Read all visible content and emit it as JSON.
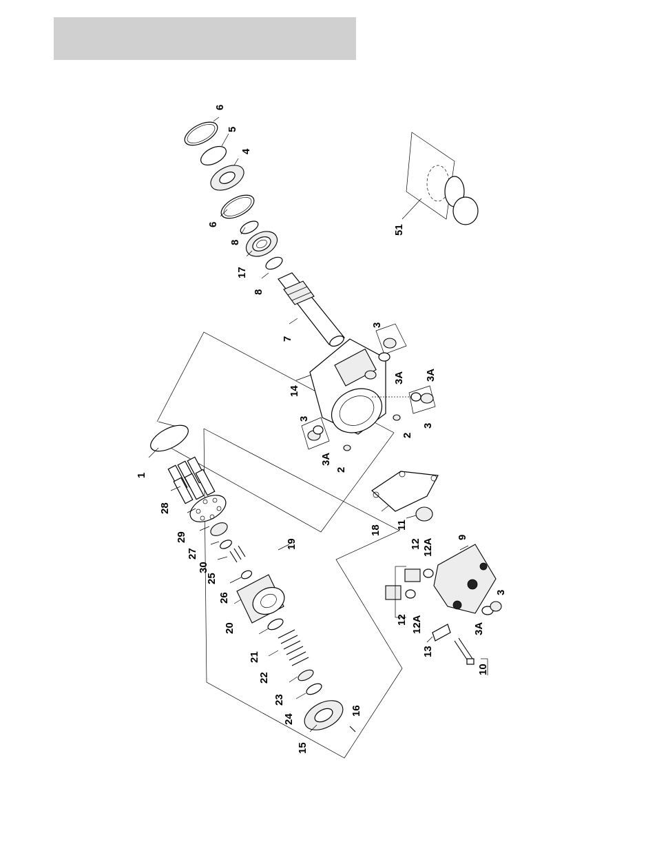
{
  "header": {
    "bar_color": "#d0d0d0"
  },
  "diagram": {
    "callouts": [
      {
        "key": "c6a",
        "text": "6"
      },
      {
        "key": "c5",
        "text": "5"
      },
      {
        "key": "c4",
        "text": "4"
      },
      {
        "key": "c6b",
        "text": "6"
      },
      {
        "key": "c8a",
        "text": "8"
      },
      {
        "key": "c17",
        "text": "17"
      },
      {
        "key": "c8b",
        "text": "8"
      },
      {
        "key": "c7",
        "text": "7"
      },
      {
        "key": "c51",
        "text": "51"
      },
      {
        "key": "c3a",
        "text": "3"
      },
      {
        "key": "c3Aa",
        "text": "3A"
      },
      {
        "key": "c3Ab",
        "text": "3A"
      },
      {
        "key": "c14",
        "text": "14"
      },
      {
        "key": "c3b",
        "text": "3"
      },
      {
        "key": "c3Ac",
        "text": "3A"
      },
      {
        "key": "c2a",
        "text": "2"
      },
      {
        "key": "c2b",
        "text": "2"
      },
      {
        "key": "c3c",
        "text": "3"
      },
      {
        "key": "c1",
        "text": "1"
      },
      {
        "key": "c28",
        "text": "28"
      },
      {
        "key": "c29",
        "text": "29"
      },
      {
        "key": "c27",
        "text": "27"
      },
      {
        "key": "c30",
        "text": "30"
      },
      {
        "key": "c25",
        "text": "25"
      },
      {
        "key": "c19",
        "text": "19"
      },
      {
        "key": "c26",
        "text": "26"
      },
      {
        "key": "c20",
        "text": "20"
      },
      {
        "key": "c21",
        "text": "21"
      },
      {
        "key": "c22",
        "text": "22"
      },
      {
        "key": "c23",
        "text": "23"
      },
      {
        "key": "c24",
        "text": "24"
      },
      {
        "key": "c16",
        "text": "16"
      },
      {
        "key": "c15",
        "text": "15"
      },
      {
        "key": "c18",
        "text": "18"
      },
      {
        "key": "c11",
        "text": "11"
      },
      {
        "key": "c12a",
        "text": "12"
      },
      {
        "key": "c12Aa",
        "text": "12A"
      },
      {
        "key": "c9",
        "text": "9"
      },
      {
        "key": "c12b",
        "text": "12"
      },
      {
        "key": "c12Ab",
        "text": "12A"
      },
      {
        "key": "c13",
        "text": "13"
      },
      {
        "key": "c10",
        "text": "10"
      },
      {
        "key": "c3d",
        "text": "3"
      },
      {
        "key": "c3Ad",
        "text": "3A"
      }
    ]
  }
}
